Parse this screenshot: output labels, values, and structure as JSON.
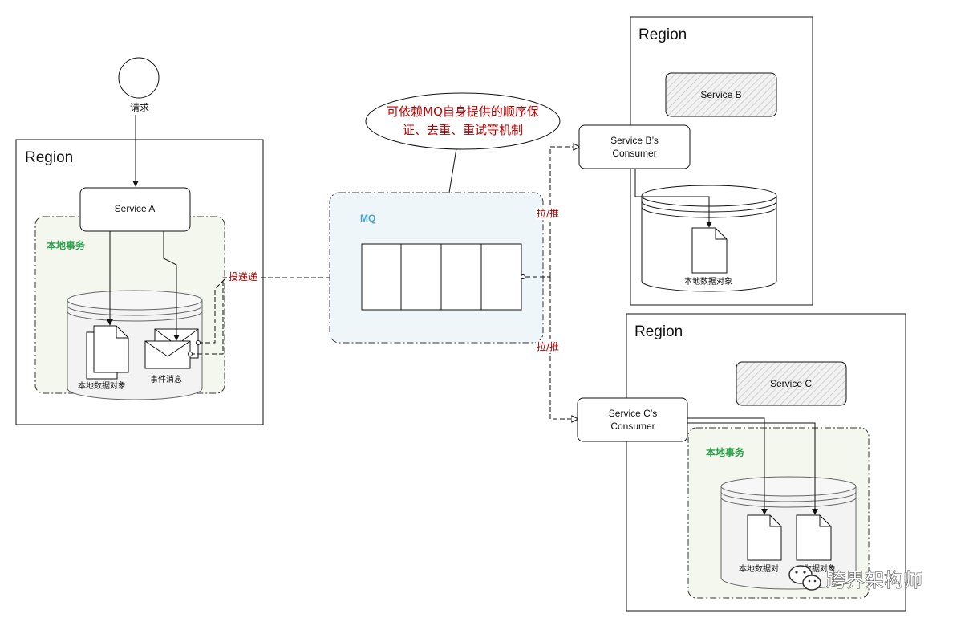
{
  "regions": {
    "a_title": "Region",
    "b_title": "Region",
    "c_title": "Region"
  },
  "request": {
    "label": "请求"
  },
  "service_a": {
    "label": "Service A",
    "local_tx": "本地事务",
    "data_object": "本地数据对象",
    "event_message": "事件消息"
  },
  "mq": {
    "label": "MQ",
    "deliver_label": "投递递",
    "callout_line1": "可依赖MQ自身提供的顺序保",
    "callout_line2": "证、去重、重试等机制",
    "pull_push_b": "拉/推",
    "pull_push_c": "拉/推"
  },
  "service_b": {
    "label": "Service B",
    "consumer_line1": "Service B’s",
    "consumer_line2": "Consumer",
    "data_object": "本地数据对象"
  },
  "service_c": {
    "label": "Service C",
    "consumer_line1": "Service C’s",
    "consumer_line2": "Consumer",
    "local_tx": "本地事务",
    "data_object_1": "本地数据对",
    "data_object_2": "数据对象"
  },
  "watermark": {
    "text": "跨界架构师"
  },
  "colors": {
    "local_tx_fill": "#f3f7ee",
    "mq_fill": "#eef6f9",
    "label_green": "#2aa04a",
    "label_red": "#b00000"
  }
}
